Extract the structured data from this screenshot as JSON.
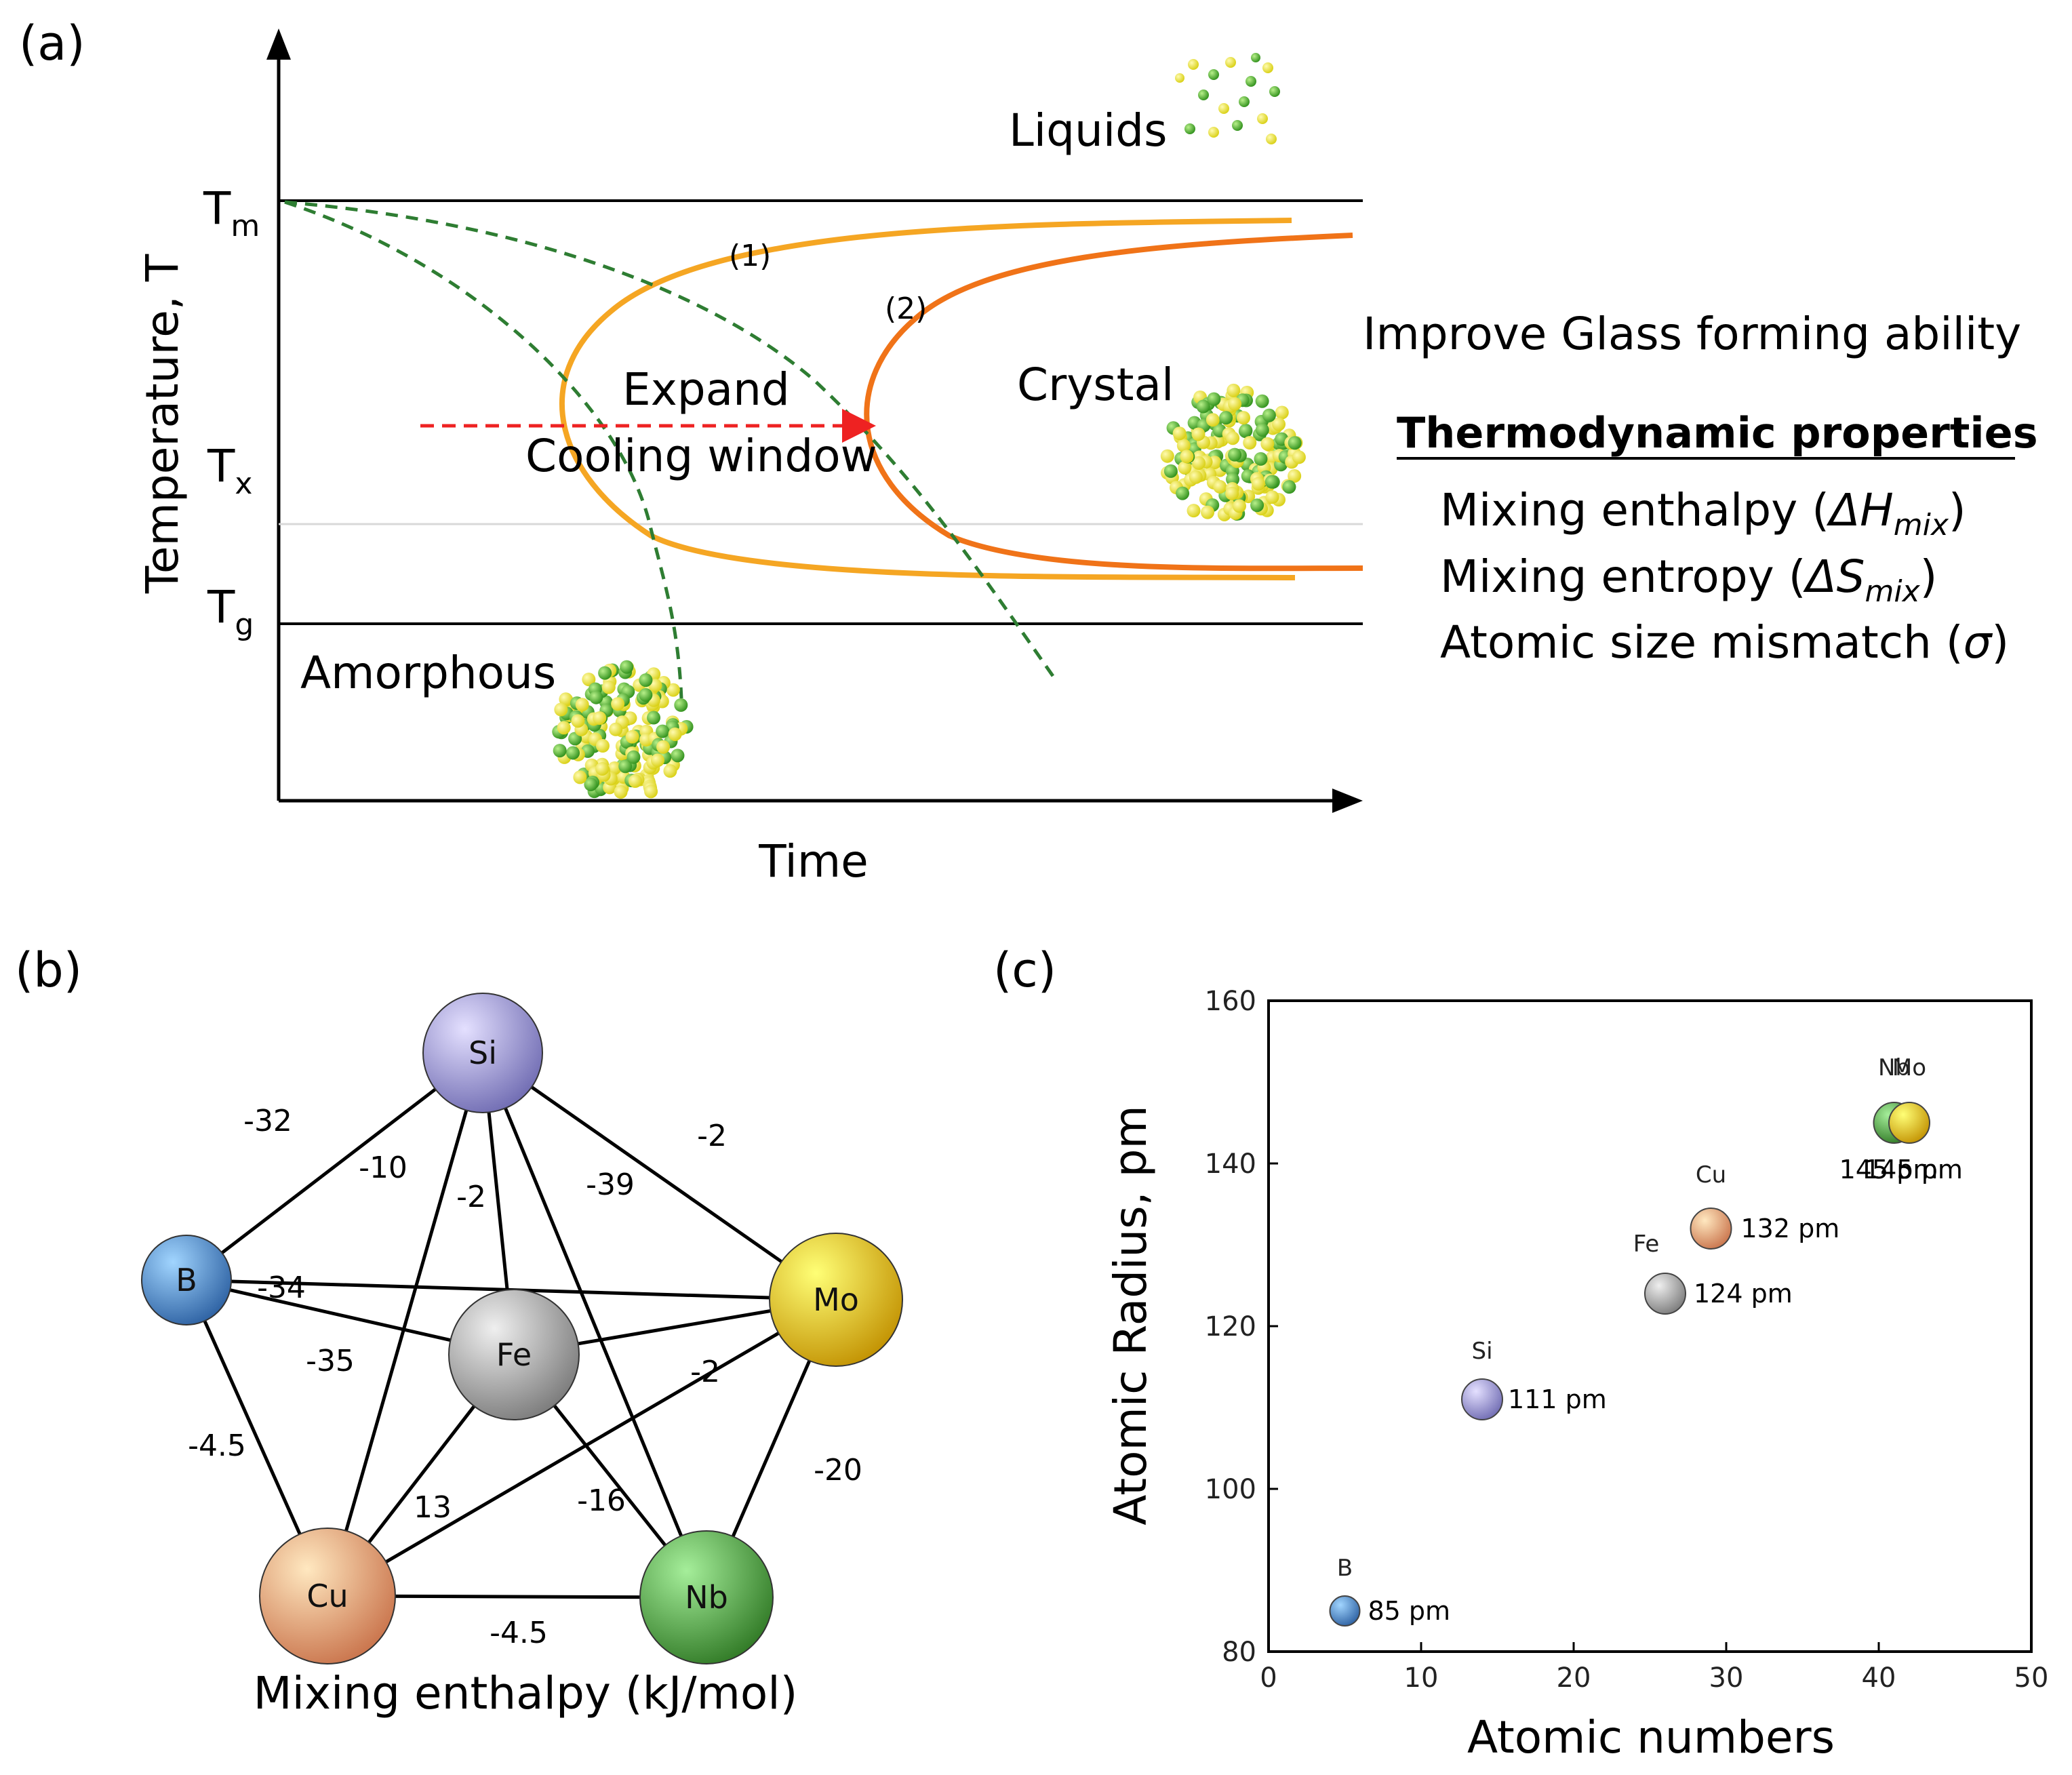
{
  "panel_a": {
    "label": "(a)",
    "y_axis_label": "Temperature, T",
    "x_axis_label": "Time",
    "temp_levels": [
      {
        "name": "Tm",
        "main": "T",
        "sub": "m"
      },
      {
        "name": "Tx",
        "main": "T",
        "sub": "x"
      },
      {
        "name": "Tg",
        "main": "T",
        "sub": "g"
      }
    ],
    "curve_labels": {
      "one": "(1)",
      "two": "(2)"
    },
    "region_liquids": "Liquids",
    "region_crystal": "Crystal",
    "region_amorphous": "Amorphous",
    "expand_line1": "Expand",
    "expand_line2": "Cooling window",
    "side_title": "Improve Glass forming ability",
    "side_heading": "Thermodynamic properties",
    "properties": [
      {
        "text": "Mixing enthalpy (",
        "symbol": "ΔH",
        "sub": "mix",
        "close": ")"
      },
      {
        "text": "Mixing entropy (",
        "symbol": "ΔS",
        "sub": "mix",
        "close": ")"
      },
      {
        "text": "Atomic size mismatch (",
        "symbol": "σ",
        "sub": "",
        "close": ")"
      }
    ],
    "colors": {
      "curve_orange_light": "#f5a623",
      "curve_orange_dark": "#f07318",
      "dashed_green": "#2e7d32",
      "arrow_red": "#ee2222",
      "atom_yellow": "#f2ee4a",
      "atom_green": "#4cb832"
    }
  },
  "panel_b": {
    "label": "(b)",
    "caption": "Mixing enthalpy (kJ/mol)",
    "nodes": [
      {
        "id": "Si",
        "label": "Si",
        "color": "#9e9ae0"
      },
      {
        "id": "B",
        "label": "B",
        "color": "#5b8fd0"
      },
      {
        "id": "Mo",
        "label": "Mo",
        "color": "#f0c030"
      },
      {
        "id": "Fe",
        "label": "Fe",
        "color": "#a9a9a9"
      },
      {
        "id": "Cu",
        "label": "Cu",
        "color": "#f7a27a"
      },
      {
        "id": "Nb",
        "label": "Nb",
        "color": "#5fa854"
      }
    ],
    "edges": [
      {
        "a": "Si",
        "b": "B",
        "value": "-32"
      },
      {
        "a": "Si",
        "b": "Cu",
        "value": "-10"
      },
      {
        "a": "Si",
        "b": "Fe",
        "value": "-2"
      },
      {
        "a": "Si",
        "b": "Nb",
        "value": "-39"
      },
      {
        "a": "Si",
        "b": "Mo",
        "value": "-2"
      },
      {
        "a": "B",
        "b": "Mo",
        "value": "-34"
      },
      {
        "a": "B",
        "b": "Fe",
        "value": "-35"
      },
      {
        "a": "B",
        "b": "Cu",
        "value": "-4.5"
      },
      {
        "a": "Fe",
        "b": "Mo",
        "value": "-2"
      },
      {
        "a": "Mo",
        "b": "Nb",
        "value": "-20"
      },
      {
        "a": "Cu",
        "b": "Fe",
        "value": "13"
      },
      {
        "a": "Fe",
        "b": "Nb",
        "value": "-16"
      },
      {
        "a": "Cu",
        "b": "Nb",
        "value": "-4.5"
      },
      {
        "a": "Cu",
        "b": "Mo",
        "value": ""
      }
    ]
  },
  "chart_data": {
    "type": "scatter",
    "label": "(c)",
    "xlabel": "Atomic numbers",
    "ylabel": "Atomic Radius, pm",
    "xlim": [
      0,
      50
    ],
    "ylim": [
      80,
      160
    ],
    "xticks": [
      0,
      10,
      20,
      30,
      40,
      50
    ],
    "yticks": [
      80,
      100,
      120,
      140,
      160
    ],
    "grid": false,
    "points": [
      {
        "element": "B",
        "x": 5,
        "y": 85,
        "value_label": "85 pm",
        "color": "#5b8fd0"
      },
      {
        "element": "Si",
        "x": 14,
        "y": 111,
        "value_label": "111 pm",
        "color": "#9e9ae0"
      },
      {
        "element": "Fe",
        "x": 26,
        "y": 124,
        "value_label": "124 pm",
        "color": "#a9a9a9"
      },
      {
        "element": "Cu",
        "x": 29,
        "y": 132,
        "value_label": "132 pm",
        "color": "#f7a27a"
      },
      {
        "element": "Nb",
        "x": 41,
        "y": 145,
        "value_label": "145 pm",
        "color": "#5fa854"
      },
      {
        "element": "Mo",
        "x": 42,
        "y": 145,
        "value_label": "145 pm",
        "color": "#f0c030"
      }
    ]
  }
}
